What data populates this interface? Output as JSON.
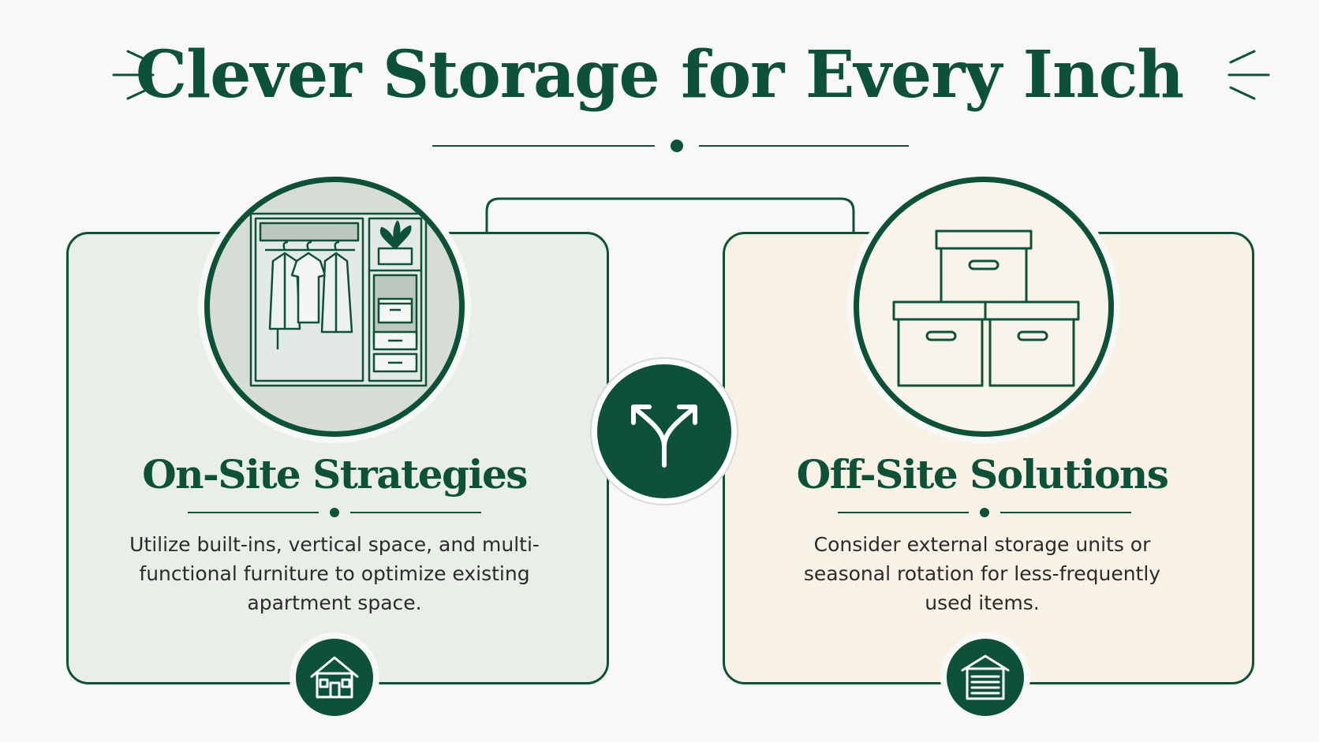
{
  "header": {
    "title": "Clever Storage for Every Inch"
  },
  "cards": {
    "onsite": {
      "title": "On-Site Strategies",
      "description": "Utilize built-ins, vertical space, and multi-functional furniture to optimize existing apartment space.",
      "illustration_icon": "closet-icon",
      "footer_icon": "house-icon",
      "background": "#e9eee9"
    },
    "offsite": {
      "title": "Off-Site Solutions",
      "description": "Consider external storage units or seasonal rotation for less-frequently used items.",
      "illustration_icon": "stacked-boxes-icon",
      "footer_icon": "garage-icon",
      "background": "#f8f1e6"
    }
  },
  "center": {
    "icon": "split-arrows-icon"
  },
  "colors": {
    "accent": "#0d5238",
    "page": "#f8f8f6",
    "text": "#2b2b2b"
  }
}
